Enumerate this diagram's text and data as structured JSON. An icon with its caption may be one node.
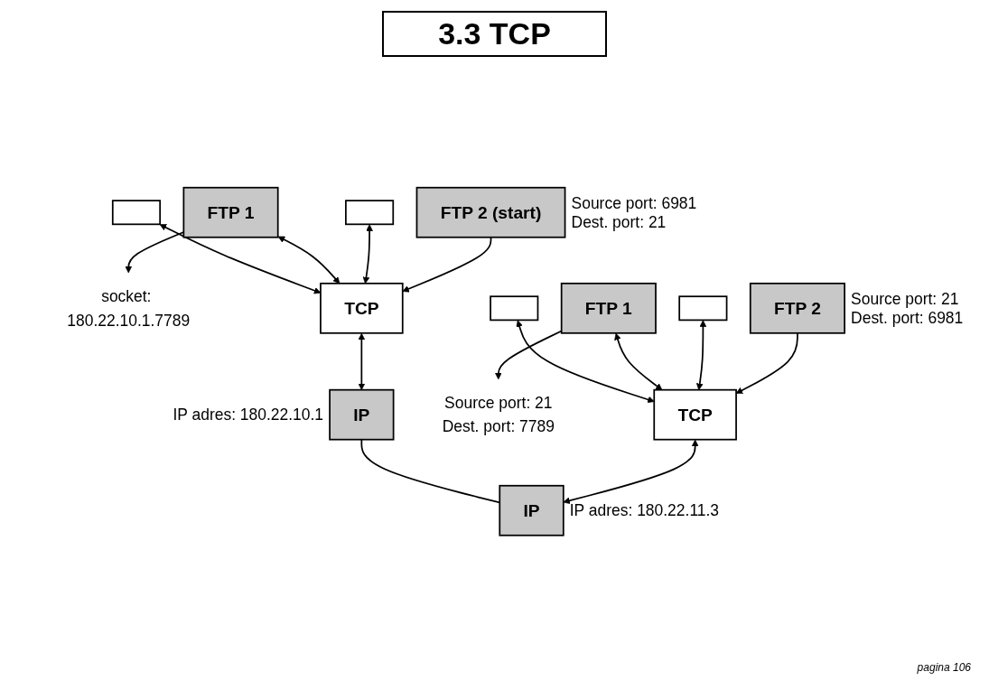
{
  "diagram": {
    "title": "3.3 TCP",
    "nodes": [
      {
        "text": [],
        "shape": "box"
      },
      {
        "text": [
          "FTP 1"
        ]
      },
      {
        "text": [],
        "shape": "box"
      },
      {
        "text": [
          "FTP 2 (start)"
        ],
        "beside": [
          "Source port: 6981",
          "Dest. port: 21"
        ]
      },
      {
        "text": [
          "socket: 180.22.10.1.7789"
        ]
      },
      {
        "text": [
          "TCP"
        ]
      },
      {
        "text": [
          "IP"
        ],
        "beside": [
          "IP adres: 180.22.10.1"
        ]
      },
      {
        "text": [],
        "shape": "box"
      },
      {
        "text": [
          "FTP 1"
        ]
      },
      {
        "text": [],
        "shape": "box"
      },
      {
        "text": [
          "FTP 2"
        ],
        "beside": [
          "Source port: 21",
          "Dest. port: 6981"
        ]
      },
      {
        "text": [
          "Source port: 21",
          "Dest. port: 7789"
        ]
      },
      {
        "text": [
          "TCP"
        ]
      },
      {
        "text": [
          "IP"
        ],
        "beside": [
          "IP adres: 180.22.11.3"
        ]
      }
    ],
    "edges": [
      {
        "from": 0,
        "to": 5,
        "arrow": "both"
      },
      {
        "from": 1,
        "to": 5,
        "arrow": "both"
      },
      {
        "from": 2,
        "to": 5,
        "arrow": "both"
      },
      {
        "from": 3,
        "to": 5,
        "arrow": "to"
      },
      {
        "from": 1,
        "to": 4,
        "arrow": "to"
      },
      {
        "from": 5,
        "to": 6,
        "arrow": "both"
      },
      {
        "from": 6,
        "to": 13,
        "arrow": "none"
      },
      {
        "from": 7,
        "to": 12,
        "arrow": "both"
      },
      {
        "from": 8,
        "to": 12,
        "arrow": "both"
      },
      {
        "from": 9,
        "to": 12,
        "arrow": "both"
      },
      {
        "from": 10,
        "to": 12,
        "arrow": "to"
      },
      {
        "from": 8,
        "to": 11,
        "arrow": "to"
      },
      {
        "from": 12,
        "to": 13,
        "arrow": "both"
      }
    ],
    "labels": [
      "pagina 106"
    ]
  }
}
